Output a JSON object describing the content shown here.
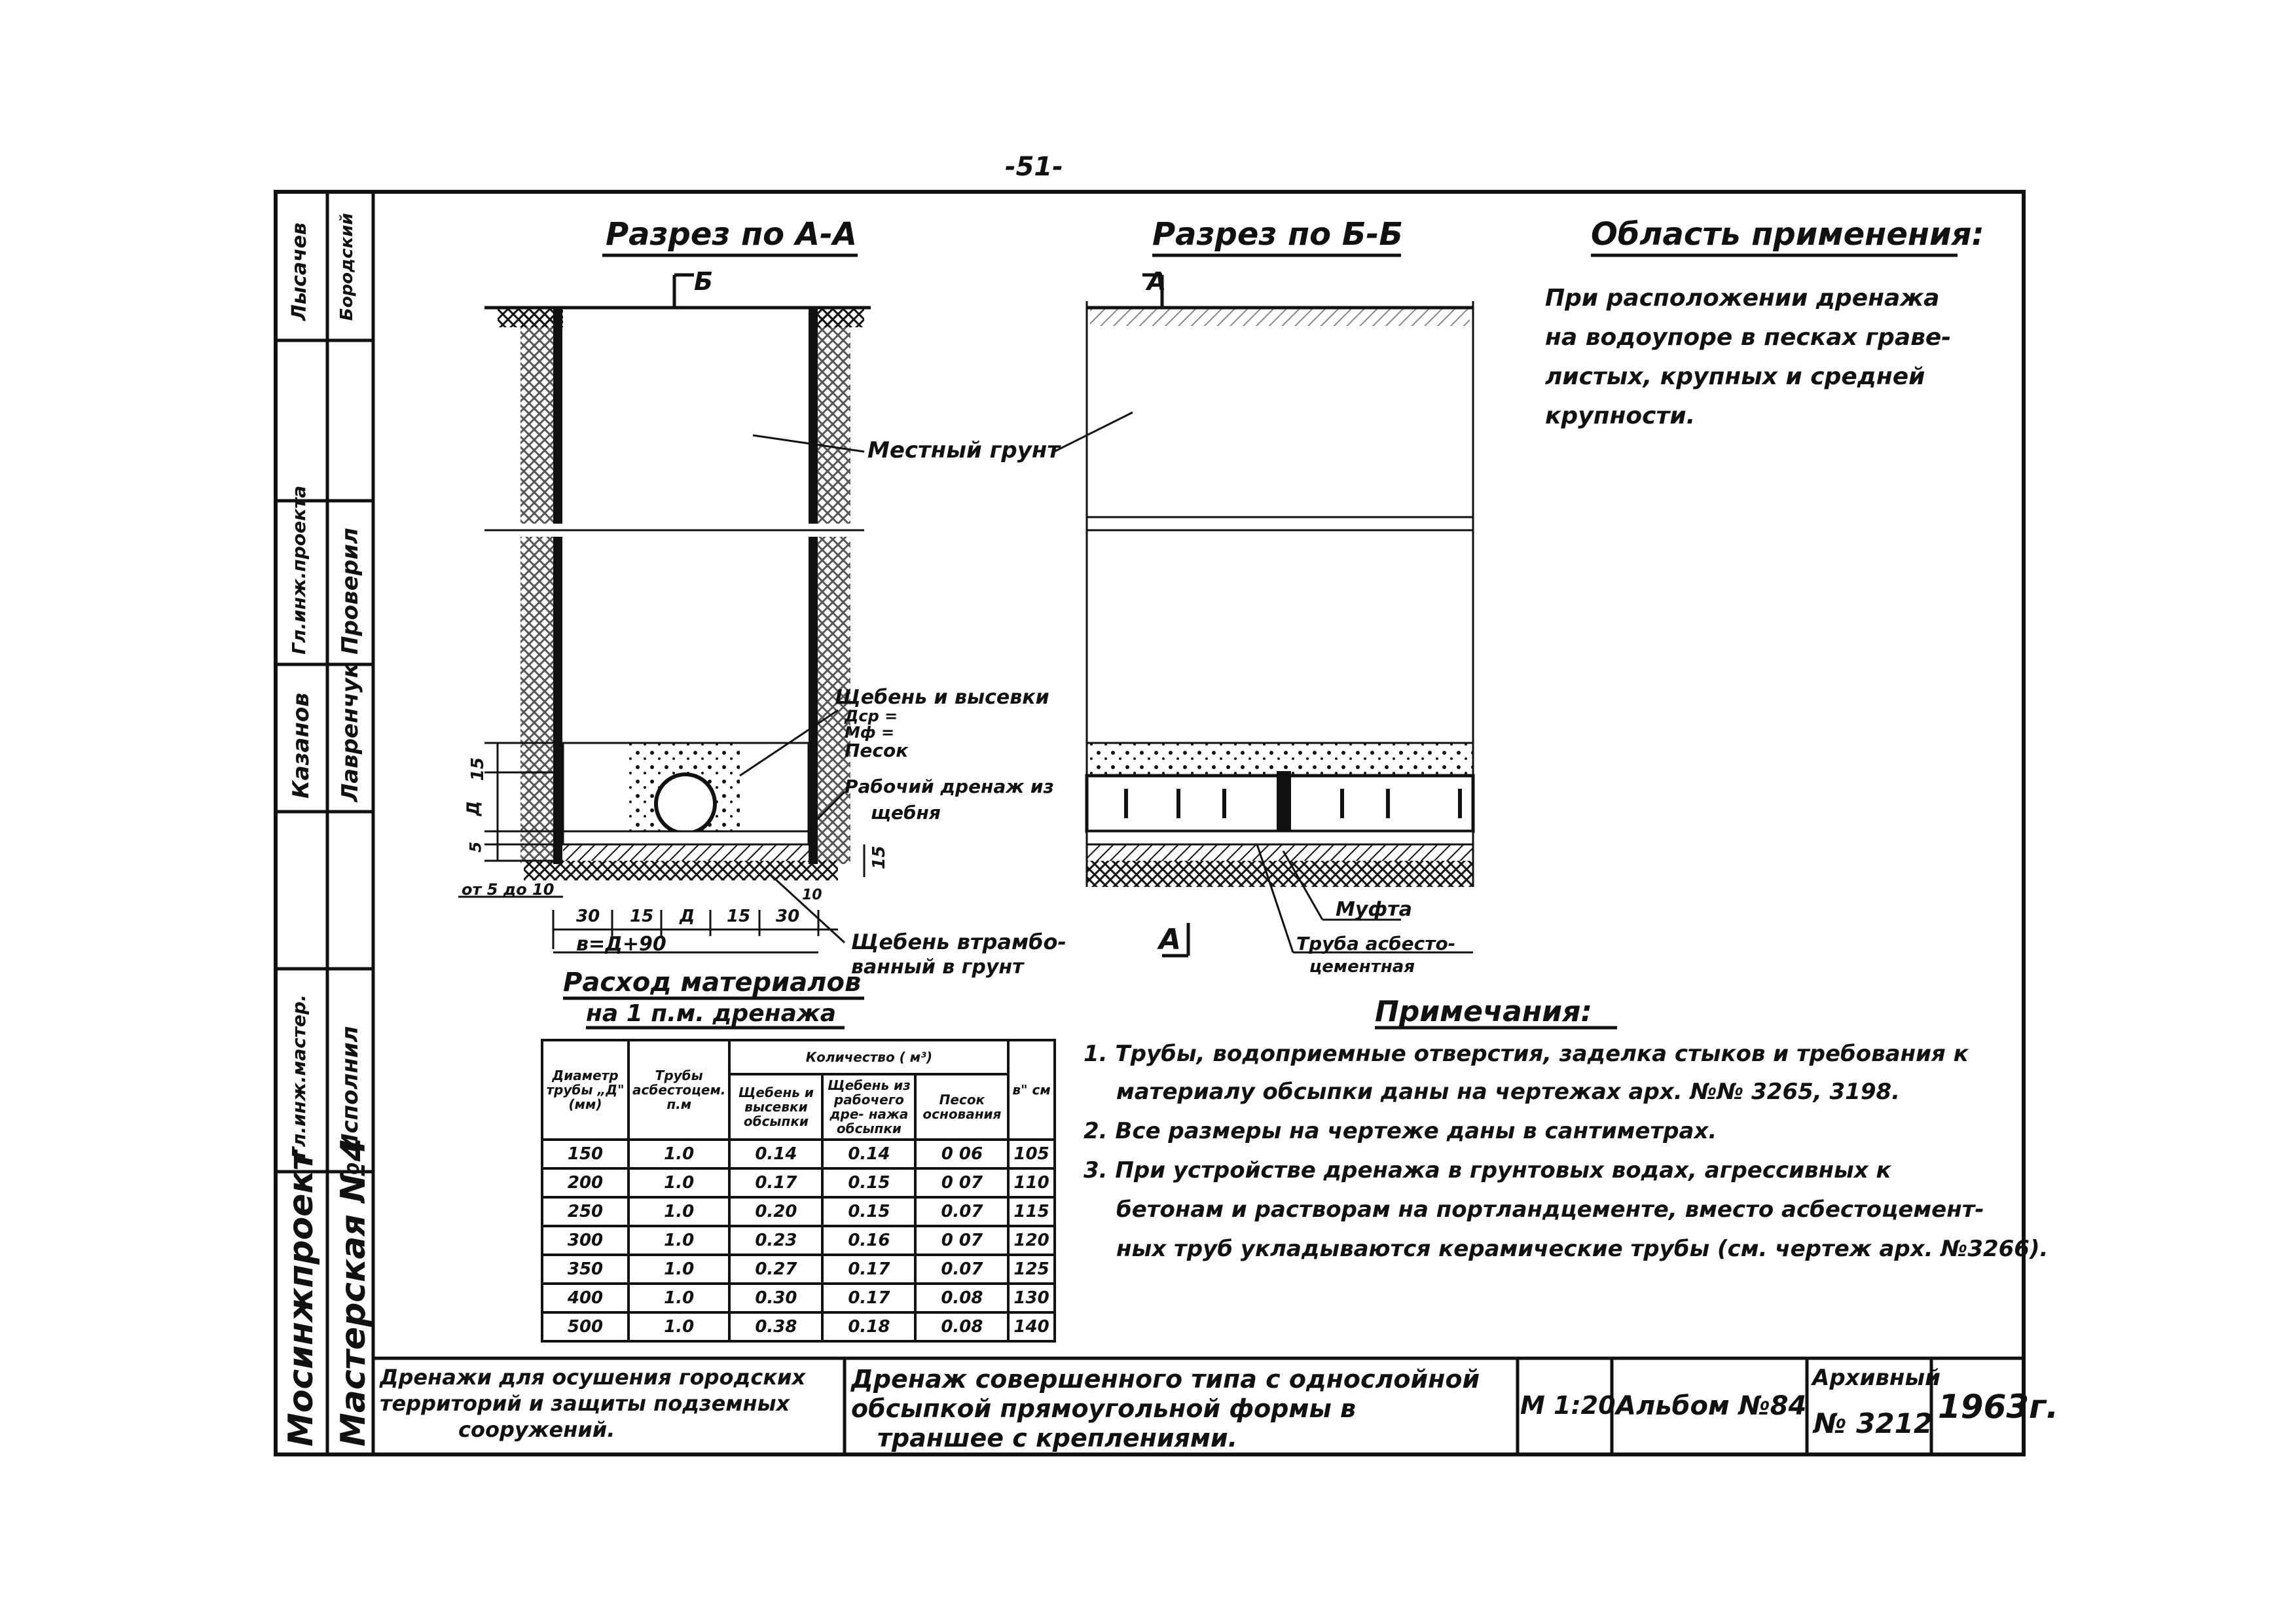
{
  "page_number": "-51-",
  "section_aa": {
    "title": "Разрез по А-А",
    "cut_mark": "Б"
  },
  "section_bb": {
    "title": "Разрез по Б-Б",
    "cut_mark": "А"
  },
  "scope": {
    "title": "Область применения:",
    "lines": [
      "При расположении дренажа",
      "на водоупоре в песках граве-",
      "листых, крупных и средней",
      "крупности."
    ]
  },
  "labels": {
    "local_soil": "Местный грунт",
    "gravel_screenings": "Щебень и высевки",
    "dmax": "Дср =",
    "mf": "Мф =",
    "sand": "Песок",
    "work_drain": "Рабочий дренаж из",
    "work_drain_2": "щебня",
    "tamped_gravel": "Щебень втрамбо-",
    "tamped_gravel_2": "ванный в грунт",
    "coupling": "Муфта",
    "asbestos_pipe": "Труба асбесто-",
    "asbestos_pipe_2": "цементная"
  },
  "dims": {
    "d15_top": "15",
    "d_D": "Д",
    "d5": "5",
    "d15_bottom": "15",
    "from5to10": "от 5 до 10",
    "b30l": "30",
    "b15l": "15",
    "bD": "Д",
    "b15r": "15",
    "b30r": "30",
    "b10": "10",
    "width_formula": "в=Д+90"
  },
  "materials": {
    "title": "Расход материалов",
    "subtitle": "на 1 п.м. дренажа",
    "headers": {
      "diameter": "Диаметр трубы „Д\"(мм)",
      "pipes": "Трубы асбестоцем. п.м",
      "quantity": "Количество ( м³)",
      "gravel": "Щебень и высевки обсыпки",
      "sand_fill": "Щебень из рабочего дре- нажа обсыпки",
      "sand_base": "Песок основания",
      "b": "в\" см"
    },
    "rows": [
      [
        "150",
        "1.0",
        "0.14",
        "0.14",
        "0 06",
        "105"
      ],
      [
        "200",
        "1.0",
        "0.17",
        "0.15",
        "0 07",
        "110"
      ],
      [
        "250",
        "1.0",
        "0.20",
        "0.15",
        "0.07",
        "115"
      ],
      [
        "300",
        "1.0",
        "0.23",
        "0.16",
        "0 07",
        "120"
      ],
      [
        "350",
        "1.0",
        "0.27",
        "0.17",
        "0.07",
        "125"
      ],
      [
        "400",
        "1.0",
        "0.30",
        "0.17",
        "0.08",
        "130"
      ],
      [
        "500",
        "1.0",
        "0.38",
        "0.18",
        "0.08",
        "140"
      ]
    ]
  },
  "notes": {
    "title": "Примечания:",
    "lines": [
      "1. Трубы, водоприемные отверстия, заделка стыков и требования к",
      "материалу обсыпки даны на чертежах арх. №№ 3265, 3198.",
      "2. Все размеры на чертеже даны в сантиметрах.",
      "3. При устройстве дренажа в грунтовых водах, агрессивных к",
      "бетонам и растворам на портландцементе, вместо асбестоцемент-",
      "ных труб укладываются керамические трубы (см. чертеж арх. №3266)."
    ]
  },
  "side_stamp": {
    "org": "Мосинжпроект",
    "workshop": "Мастерская №4",
    "roles": [
      "Гл.инж.мастер.",
      "Исполнил",
      "Гл.инж.проекта",
      "Проверил"
    ],
    "names": [
      "Лысачев",
      "Бородский",
      "Казанов",
      "Лавренчук"
    ]
  },
  "title_block": {
    "series": "Дренажи для осушения городских территорий и защиты подземных сооружений.",
    "series_lines": [
      "Дренажи для осушения городских",
      "территорий и защиты подземных",
      "сооружений."
    ],
    "sheet_lines": [
      "Дренаж совершенного типа с однослойной",
      "обсыпкой прямоугольной формы в",
      "траншее с креплениями."
    ],
    "scale": "М 1:20",
    "album": "Альбом №84",
    "archive_label": "Архивный",
    "archive_no": "№ 3212",
    "year": "1963г."
  }
}
